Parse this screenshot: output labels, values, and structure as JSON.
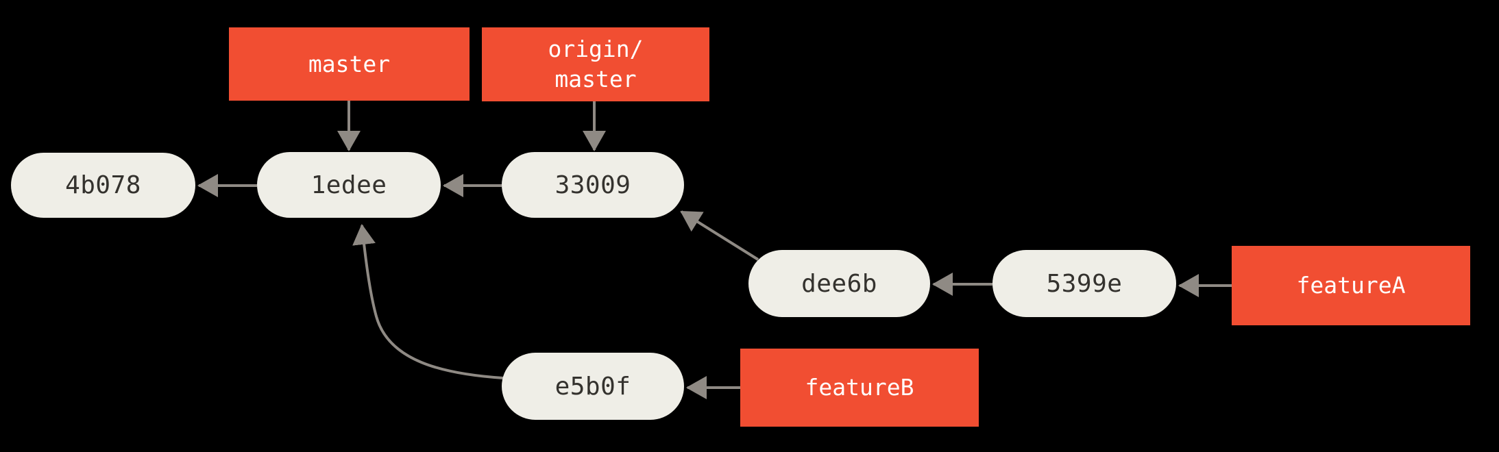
{
  "diagram": {
    "type": "git-commit-graph",
    "background": "#000000",
    "palette": {
      "branch_label_fill": "#f14e32",
      "branch_label_text": "#ffffff",
      "commit_node_fill": "#efeee7",
      "commit_node_text": "#34322e",
      "arrow": "#8f8a84"
    },
    "commits": [
      {
        "id": "4b078"
      },
      {
        "id": "1edee"
      },
      {
        "id": "33009"
      },
      {
        "id": "dee6b"
      },
      {
        "id": "5399e"
      },
      {
        "id": "e5b0f"
      }
    ],
    "branches": [
      {
        "name": "master",
        "points_to": "1edee"
      },
      {
        "name": "origin/master",
        "points_to": "33009"
      },
      {
        "name": "featureA",
        "points_to": "5399e"
      },
      {
        "name": "featureB",
        "points_to": "e5b0f"
      }
    ],
    "edges": [
      {
        "from": "1edee",
        "to": "4b078"
      },
      {
        "from": "33009",
        "to": "1edee"
      },
      {
        "from": "dee6b",
        "to": "33009"
      },
      {
        "from": "5399e",
        "to": "dee6b"
      },
      {
        "from": "e5b0f",
        "to": "1edee"
      }
    ]
  }
}
